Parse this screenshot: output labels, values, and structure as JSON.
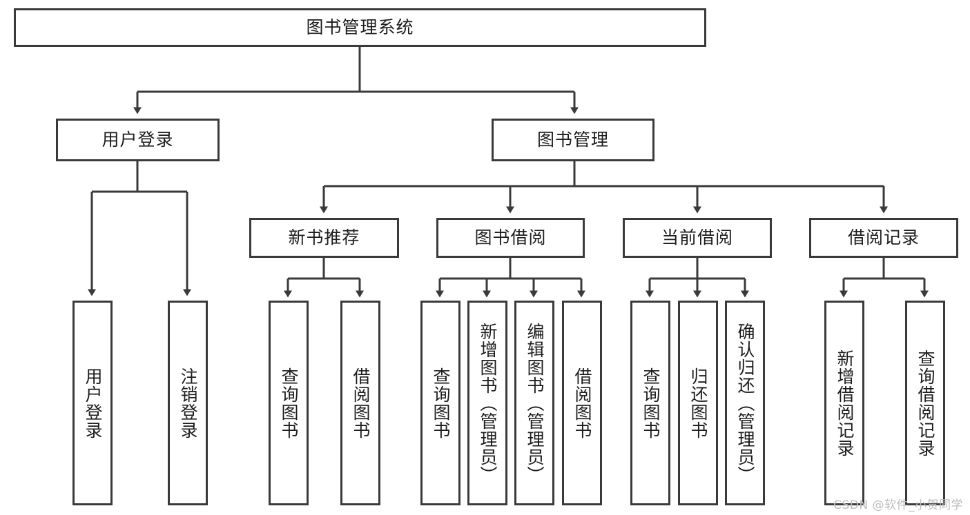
{
  "diagram": {
    "title": "图书管理系统",
    "type": "tree",
    "stroke_color": "#3a3a3a",
    "fill_color": "#ffffff",
    "text_color": "#1d1d1d",
    "root": {
      "id": "root",
      "label": "图书管理系统"
    },
    "level1": [
      {
        "id": "login",
        "label": "用户登录"
      },
      {
        "id": "bookmgmt",
        "label": "图书管理"
      }
    ],
    "level2": [
      {
        "id": "newbook",
        "label": "新书推荐",
        "parent": "bookmgmt"
      },
      {
        "id": "borrow",
        "label": "图书借阅",
        "parent": "bookmgmt"
      },
      {
        "id": "current",
        "label": "当前借阅",
        "parent": "bookmgmt"
      },
      {
        "id": "records",
        "label": "借阅记录",
        "parent": "bookmgmt"
      }
    ],
    "leaves": [
      {
        "id": "leaf-user-login",
        "label": "用户登录",
        "parent": "login"
      },
      {
        "id": "leaf-user-logout",
        "label": "注销登录",
        "parent": "login"
      },
      {
        "id": "leaf-newbook-query",
        "label": "查询图书",
        "parent": "newbook"
      },
      {
        "id": "leaf-newbook-borrow",
        "label": "借阅图书",
        "parent": "newbook"
      },
      {
        "id": "leaf-borrow-query",
        "label": "查询图书",
        "parent": "borrow"
      },
      {
        "id": "leaf-borrow-add",
        "label": "新增图书（管理员）",
        "parent": "borrow"
      },
      {
        "id": "leaf-borrow-edit",
        "label": "编辑图书（管理员）",
        "parent": "borrow"
      },
      {
        "id": "leaf-borrow-lend",
        "label": "借阅图书",
        "parent": "borrow"
      },
      {
        "id": "leaf-current-query",
        "label": "查询图书",
        "parent": "current"
      },
      {
        "id": "leaf-current-return",
        "label": "归还图书",
        "parent": "current"
      },
      {
        "id": "leaf-current-confirm",
        "label": "确认归还（管理员）",
        "parent": "current"
      },
      {
        "id": "leaf-records-add",
        "label": "新增借阅记录",
        "parent": "records"
      },
      {
        "id": "leaf-records-query",
        "label": "查询借阅记录",
        "parent": "records"
      }
    ]
  },
  "watermark": {
    "text": "CSDN @软件_小贺同学"
  }
}
